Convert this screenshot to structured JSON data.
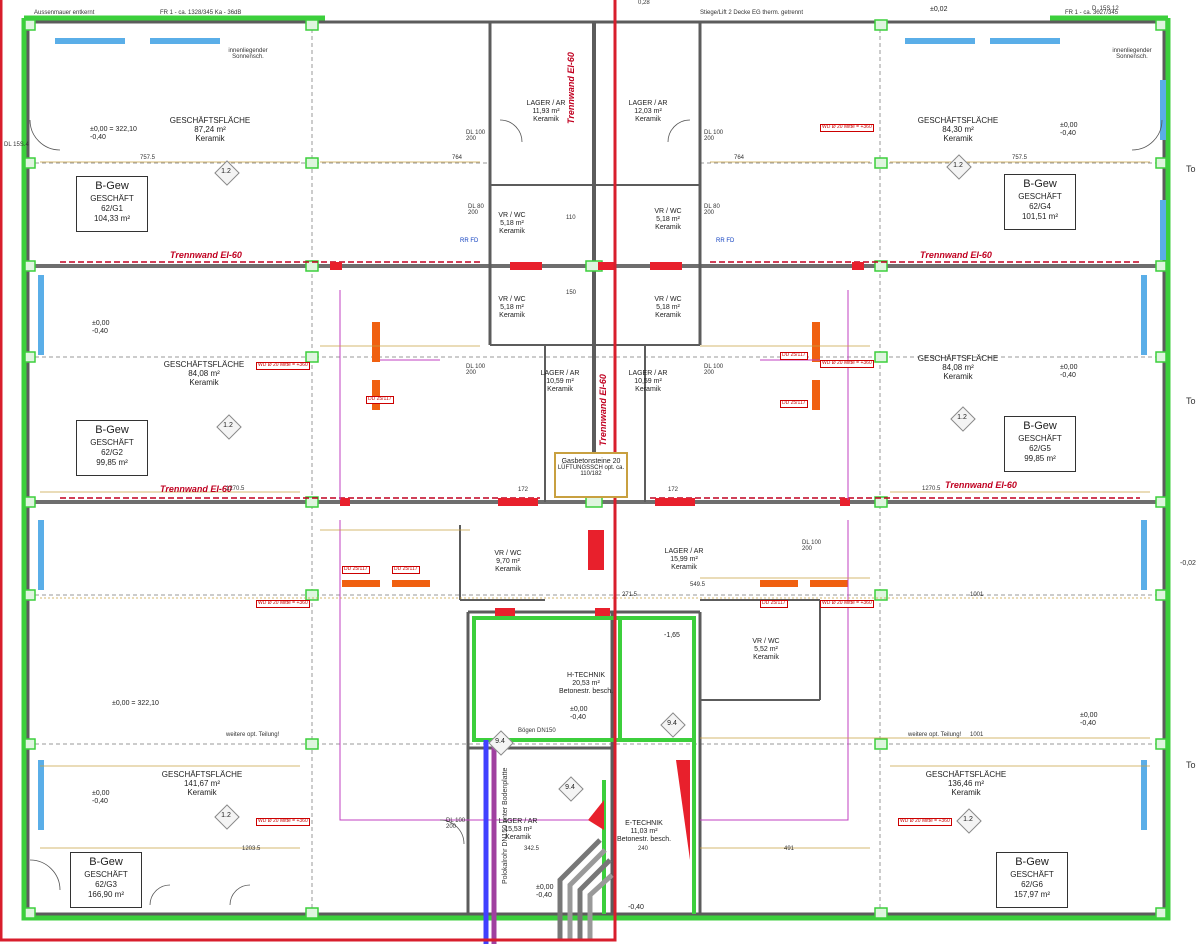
{
  "header": {
    "strip_left": "FR 1 - ca. 1328/345   Ka - 36dB",
    "strip_mid": "Stiege/Lift 2  Decke EG therm. getrennt",
    "strip_right": "FR 1 - ca. 3027/345",
    "dim_top": "0,28",
    "level_top": "±0,02",
    "label_top_left": "Aussenmauer entkernt"
  },
  "units": [
    {
      "id": "g1",
      "type": "B-Gew",
      "use": "GESCHÄFT",
      "code": "62/G1",
      "area": "104,33 m²"
    },
    {
      "id": "g2",
      "type": "B-Gew",
      "use": "GESCHÄFT",
      "code": "62/G2",
      "area": "99,85 m²"
    },
    {
      "id": "g3",
      "type": "B-Gew",
      "use": "GESCHÄFT",
      "code": "62/G3",
      "area": "166,90 m²"
    },
    {
      "id": "g4",
      "type": "B-Gew",
      "use": "GESCHÄFT",
      "code": "62/G4",
      "area": "101,51 m²"
    },
    {
      "id": "g5",
      "type": "B-Gew",
      "use": "GESCHÄFT",
      "code": "62/G5",
      "area": "99,85 m²"
    },
    {
      "id": "g6",
      "type": "B-Gew",
      "use": "GESCHÄFT",
      "code": "62/G6",
      "area": "157,97 m²"
    }
  ],
  "rooms": {
    "r1": {
      "name": "GESCHÄFTSFLÄCHE",
      "area": "87,24 m²",
      "floor": "Keramik"
    },
    "r2": {
      "name": "GESCHÄFTSFLÄCHE",
      "area": "84,08 m²",
      "floor": "Keramik"
    },
    "r3": {
      "name": "GESCHÄFTSFLÄCHE",
      "area": "141,67 m²",
      "floor": "Keramik"
    },
    "r4": {
      "name": "GESCHÄFTSFLÄCHE",
      "area": "84,30 m²",
      "floor": "Keramik"
    },
    "r5": {
      "name": "GESCHÄFTSFLÄCHE",
      "area": "84,08 m²",
      "floor": "Keramik"
    },
    "r6": {
      "name": "GESCHÄFTSFLÄCHE",
      "area": "136,46 m²",
      "floor": "Keramik"
    },
    "lager1": {
      "name": "LAGER / AR",
      "area": "11,93 m²",
      "floor": "Keramik"
    },
    "lager2": {
      "name": "LAGER / AR",
      "area": "12,03 m²",
      "floor": "Keramik"
    },
    "lager3": {
      "name": "LAGER / AR",
      "area": "10,59 m²",
      "floor": "Keramik"
    },
    "lager4": {
      "name": "LAGER / AR",
      "area": "10,59 m²",
      "floor": "Keramik"
    },
    "lager5": {
      "name": "LAGER / AR",
      "area": "15,99 m²",
      "floor": "Keramik"
    },
    "lager6": {
      "name": "LAGER / AR",
      "area": "15,53 m²",
      "floor": "Keramik"
    },
    "wc1": {
      "name": "VR / WC",
      "area": "5,18 m²",
      "floor": "Keramik"
    },
    "wc2": {
      "name": "VR / WC",
      "area": "5,18 m²",
      "floor": "Keramik"
    },
    "wc3": {
      "name": "VR / WC",
      "area": "5,18 m²",
      "floor": "Keramik"
    },
    "wc4": {
      "name": "VR / WC",
      "area": "5,18 m²",
      "floor": "Keramik"
    },
    "wc5": {
      "name": "VR / WC",
      "area": "9,70 m²",
      "floor": "Keramik"
    },
    "wc6": {
      "name": "VR / WC",
      "area": "5,52 m²",
      "floor": "Keramik"
    },
    "htech": {
      "name": "H-TECHNIK",
      "area": "20,53 m²",
      "floor": "Betonestr. besch."
    },
    "etech": {
      "name": "E-TECHNIK",
      "area": "11,03 m²",
      "floor": "Betonestr. besch."
    }
  },
  "fire_walls": {
    "label": "Trennwand EI-60"
  },
  "levels": {
    "main": "±0,00 = 322,10",
    "zero": "±0,00",
    "minus40": "-0,40",
    "minus165": "-1,65"
  },
  "dimensions": {
    "d757": "757.5",
    "d764": "764",
    "d1270": "1270.5",
    "d172": "172",
    "d1001": "1001",
    "d491": "491",
    "d1203": "1203.5",
    "d2715": "271.5",
    "d5495": "549.5",
    "d110": "110",
    "d150": "150",
    "d240": "240",
    "d3425": "342.5"
  },
  "notes": {
    "sonnen": "innenliegender Sonnensch.",
    "teilung": "weitere opt. Teilung!",
    "gas": "Gasbetonsteine 20",
    "gas2": "LÜFTUNGSSCH opt. ca. 110/182",
    "bogen": "Bögen DN150",
    "poly": "Polokalrohr DN150 unter Bodenplatte",
    "rrfd": "RR FD",
    "dl": "DL 100 200",
    "dl80": "DL 80 200",
    "dd": "DD 25/117",
    "wd": "WD Ø 20 Mitte = +360",
    "dia": "1.2",
    "dia94": "9.4",
    "edge_right": "To",
    "edge_right2": "-0,02",
    "edge_right3": "D_15S.12",
    "edge_left": "DL 15S.4"
  },
  "colors": {
    "wall": "#5c5c5c",
    "green": "#3ccf3c",
    "red_frame": "#d81e2c",
    "fire": "#c00020",
    "orange": "#f06010",
    "magenta": "#c040c0",
    "window": "#5aaee8"
  }
}
